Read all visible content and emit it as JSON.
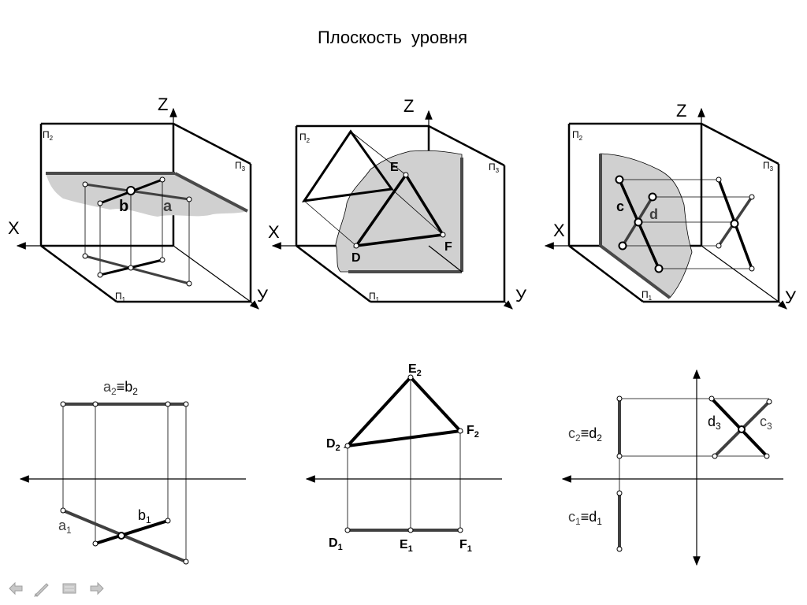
{
  "slide": {
    "title": "Плоскость  уровня"
  },
  "colors": {
    "line": "#000000",
    "dark_gray": "#404040",
    "plane_fill": "#d0d0d0",
    "edge_gray": "#4a4a4a"
  },
  "diagram1": {
    "pi2": "П",
    "pi2_sub": "2",
    "pi3": "П",
    "pi3_sub": "3",
    "pi1": "П",
    "pi1_sub": "1",
    "z": "Z",
    "x": "X",
    "y": "У",
    "b": "b",
    "a": "a"
  },
  "diagram2": {
    "pi2": "П",
    "pi2_sub": "2",
    "pi3": "П",
    "pi3_sub": "3",
    "pi1": "П",
    "pi1_sub": "1",
    "z": "Z",
    "x": "X",
    "y": "У",
    "e": "E",
    "d": "D",
    "f": "F"
  },
  "diagram3": {
    "pi2": "П",
    "pi2_sub": "2",
    "pi3": "П",
    "pi3_sub": "3",
    "pi1": "П",
    "pi1_sub": "1",
    "z": "Z",
    "x": "X",
    "y": "У",
    "c": "c",
    "d": "d"
  },
  "epure1": {
    "top_a": "a",
    "top_a_sub": "2",
    "equiv": "≡",
    "top_b": "b",
    "top_b_sub": "2",
    "a1": "a",
    "a1_sub": "1",
    "b1": "b",
    "b1_sub": "1"
  },
  "epure2": {
    "e2": "E",
    "e2_sub": "2",
    "d2": "D",
    "d2_sub": "2",
    "f2": "F",
    "f2_sub": "2",
    "d1": "D",
    "d1_sub": "1",
    "e1": "E",
    "e1_sub": "1",
    "f1": "F",
    "f1_sub": "1"
  },
  "epure3": {
    "c2": "c",
    "c2_sub": "2",
    "equiv": "≡",
    "d2": "d",
    "d2_sub": "2",
    "c1": "c",
    "c1_sub": "1",
    "d1": "d",
    "d1_sub": "1",
    "d3": "d",
    "d3_sub": "3",
    "c3": "c",
    "c3_sub": "3"
  },
  "nav": {
    "prev": "previous-arrow-icon",
    "pen": "pen-icon",
    "menu": "menu-icon",
    "next": "next-arrow-icon"
  }
}
